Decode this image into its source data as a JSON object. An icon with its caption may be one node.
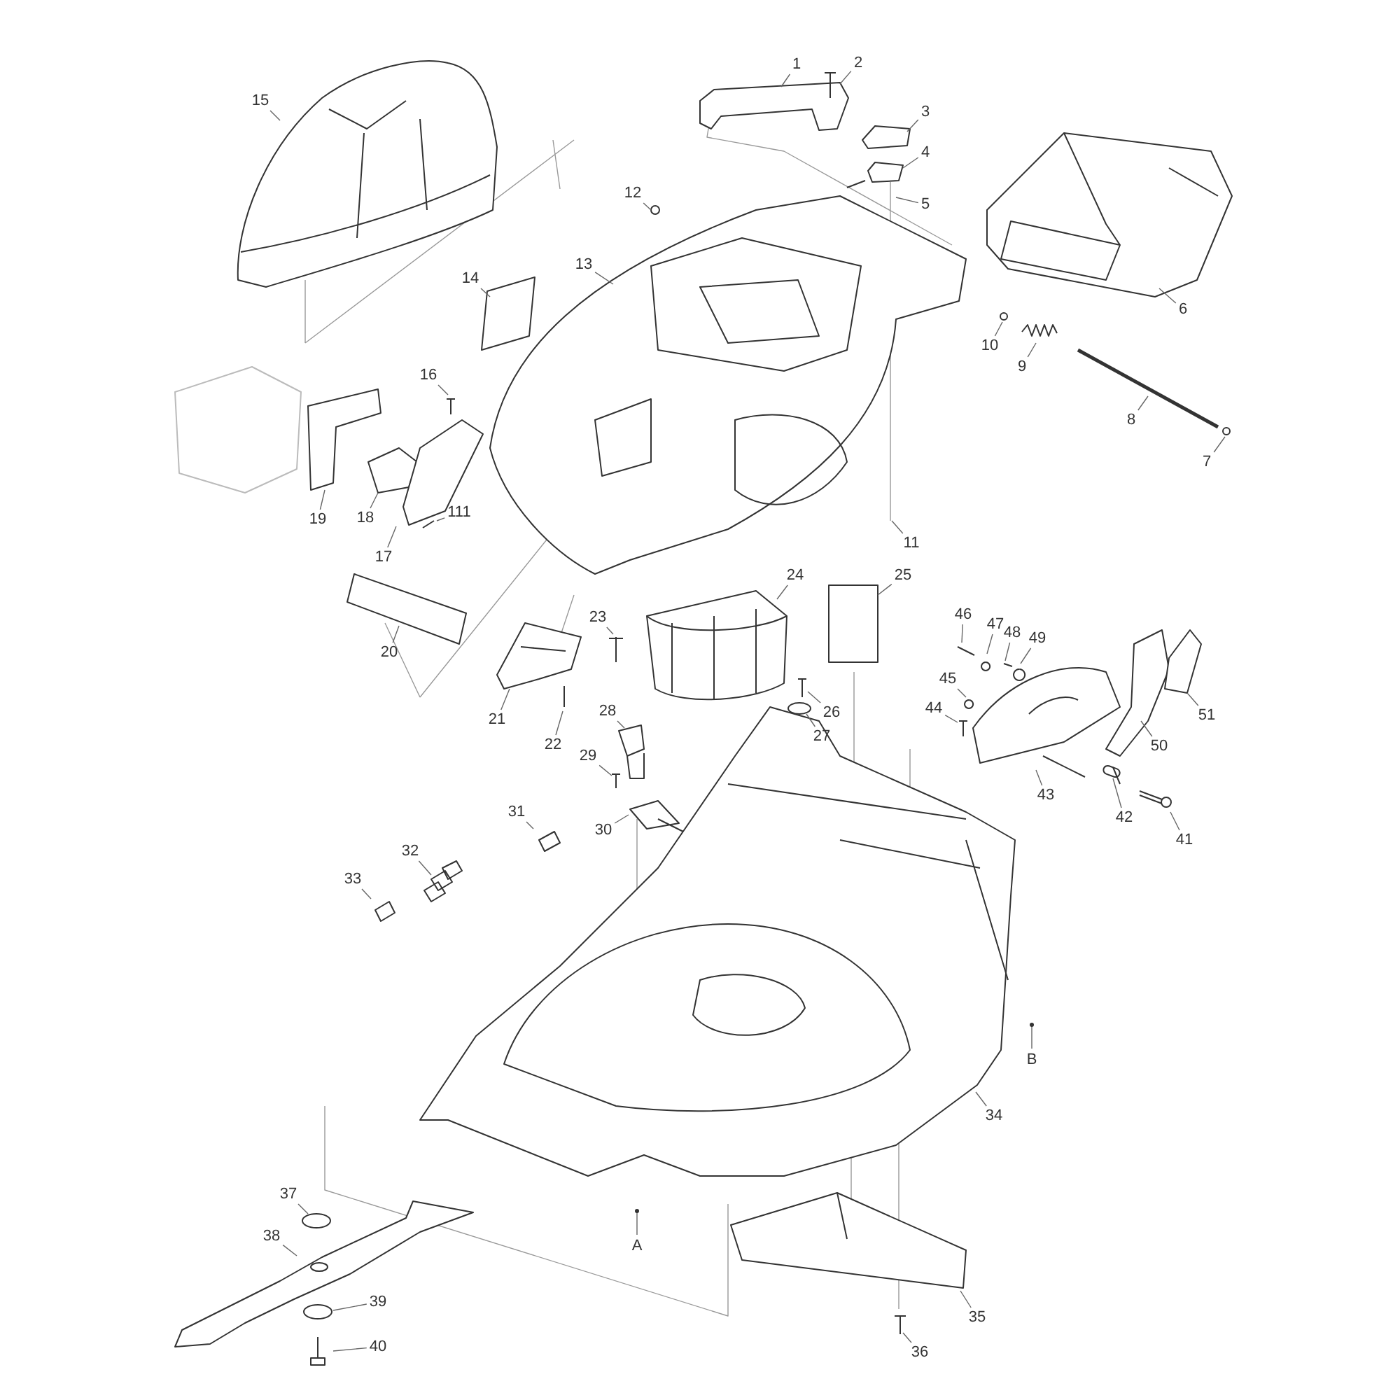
{
  "diagram": {
    "nodes": [
      {
        "text": [
          "1"
        ]
      },
      {
        "text": [
          "2"
        ]
      },
      {
        "text": [
          "3"
        ]
      },
      {
        "text": [
          "4"
        ]
      },
      {
        "text": [
          "5"
        ]
      },
      {
        "text": [
          "6"
        ]
      },
      {
        "text": [
          "7"
        ]
      },
      {
        "text": [
          "8"
        ]
      },
      {
        "text": [
          "9"
        ]
      },
      {
        "text": [
          "10"
        ]
      },
      {
        "text": [
          "11"
        ]
      },
      {
        "text": [
          "12"
        ]
      },
      {
        "text": [
          "13"
        ]
      },
      {
        "text": [
          "14"
        ]
      },
      {
        "text": [
          "15"
        ]
      },
      {
        "text": [
          "16"
        ]
      },
      {
        "text": [
          "17"
        ]
      },
      {
        "text": [
          "111"
        ]
      },
      {
        "text": [
          "18"
        ]
      },
      {
        "text": [
          "19"
        ]
      },
      {
        "text": [
          "20"
        ]
      },
      {
        "text": [
          "21"
        ]
      },
      {
        "text": [
          "22"
        ]
      },
      {
        "text": [
          "23"
        ]
      },
      {
        "text": [
          "24"
        ]
      },
      {
        "text": [
          "25"
        ]
      },
      {
        "text": [
          "26"
        ]
      },
      {
        "text": [
          "27"
        ]
      },
      {
        "text": [
          "28"
        ]
      },
      {
        "text": [
          "29"
        ]
      },
      {
        "text": [
          "30"
        ]
      },
      {
        "text": [
          "31"
        ]
      },
      {
        "text": [
          "32"
        ]
      },
      {
        "text": [
          "33"
        ]
      },
      {
        "text": [
          "34"
        ]
      },
      {
        "text": [
          "35"
        ]
      },
      {
        "text": [
          "36"
        ]
      },
      {
        "text": [
          "37"
        ]
      },
      {
        "text": [
          "38"
        ]
      },
      {
        "text": [
          "39"
        ]
      },
      {
        "text": [
          "40"
        ]
      },
      {
        "text": [
          "41"
        ]
      },
      {
        "text": [
          "42"
        ]
      },
      {
        "text": [
          "43"
        ]
      },
      {
        "text": [
          "44"
        ]
      },
      {
        "text": [
          "45"
        ]
      },
      {
        "text": [
          "46"
        ]
      },
      {
        "text": [
          "47"
        ]
      },
      {
        "text": [
          "48"
        ]
      },
      {
        "text": [
          "49"
        ]
      },
      {
        "text": [
          "50"
        ]
      },
      {
        "text": [
          "51"
        ]
      }
    ],
    "edges": [
      {
        "from": 0,
        "to": null,
        "arrow": "none"
      },
      {
        "from": 1,
        "to": null,
        "arrow": "none"
      },
      {
        "from": 2,
        "to": null,
        "arrow": "none"
      },
      {
        "from": 3,
        "to": null,
        "arrow": "none"
      },
      {
        "from": 4,
        "to": null,
        "arrow": "none"
      },
      {
        "from": 5,
        "to": null,
        "arrow": "none"
      },
      {
        "from": 6,
        "to": null,
        "arrow": "none"
      },
      {
        "from": 7,
        "to": null,
        "arrow": "none"
      },
      {
        "from": 8,
        "to": null,
        "arrow": "none"
      },
      {
        "from": 9,
        "to": null,
        "arrow": "none"
      },
      {
        "from": 10,
        "to": null,
        "arrow": "none"
      },
      {
        "from": 11,
        "to": null,
        "arrow": "none"
      },
      {
        "from": 12,
        "to": null,
        "arrow": "none"
      },
      {
        "from": 13,
        "to": null,
        "arrow": "none"
      },
      {
        "from": 14,
        "to": null,
        "arrow": "none"
      },
      {
        "from": 15,
        "to": null,
        "arrow": "none"
      },
      {
        "from": 16,
        "to": null,
        "arrow": "none"
      },
      {
        "from": 17,
        "to": null,
        "arrow": "none"
      },
      {
        "from": 18,
        "to": null,
        "arrow": "none"
      },
      {
        "from": 19,
        "to": null,
        "arrow": "none"
      },
      {
        "from": 20,
        "to": null,
        "arrow": "none"
      },
      {
        "from": 21,
        "to": null,
        "arrow": "none"
      },
      {
        "from": 22,
        "to": null,
        "arrow": "none"
      },
      {
        "from": 23,
        "to": null,
        "arrow": "none"
      },
      {
        "from": 24,
        "to": null,
        "arrow": "none"
      },
      {
        "from": 25,
        "to": null,
        "arrow": "none"
      },
      {
        "from": 26,
        "to": null,
        "arrow": "none"
      },
      {
        "from": 27,
        "to": null,
        "arrow": "none"
      },
      {
        "from": 28,
        "to": null,
        "arrow": "none"
      },
      {
        "from": 29,
        "to": null,
        "arrow": "none"
      },
      {
        "from": 30,
        "to": null,
        "arrow": "none"
      },
      {
        "from": 31,
        "to": null,
        "arrow": "none"
      },
      {
        "from": 32,
        "to": null,
        "arrow": "none"
      },
      {
        "from": 33,
        "to": null,
        "arrow": "none"
      },
      {
        "from": 34,
        "to": null,
        "arrow": "none"
      },
      {
        "from": 35,
        "to": null,
        "arrow": "none"
      },
      {
        "from": 36,
        "to": null,
        "arrow": "none"
      },
      {
        "from": 37,
        "to": null,
        "arrow": "none"
      },
      {
        "from": 38,
        "to": null,
        "arrow": "none"
      },
      {
        "from": 39,
        "to": null,
        "arrow": "none"
      },
      {
        "from": 40,
        "to": null,
        "arrow": "none"
      },
      {
        "from": 41,
        "to": null,
        "arrow": "none"
      },
      {
        "from": 42,
        "to": null,
        "arrow": "none"
      },
      {
        "from": 43,
        "to": null,
        "arrow": "none"
      },
      {
        "from": 44,
        "to": null,
        "arrow": "none"
      },
      {
        "from": 45,
        "to": null,
        "arrow": "none"
      },
      {
        "from": 46,
        "to": null,
        "arrow": "none"
      },
      {
        "from": 47,
        "to": null,
        "arrow": "none"
      },
      {
        "from": 48,
        "to": null,
        "arrow": "none"
      },
      {
        "from": 49,
        "to": null,
        "arrow": "none"
      },
      {
        "from": 50,
        "to": null,
        "arrow": "none"
      },
      {
        "from": 51,
        "to": null,
        "arrow": "none"
      }
    ],
    "labels": [
      "B",
      "A"
    ]
  }
}
